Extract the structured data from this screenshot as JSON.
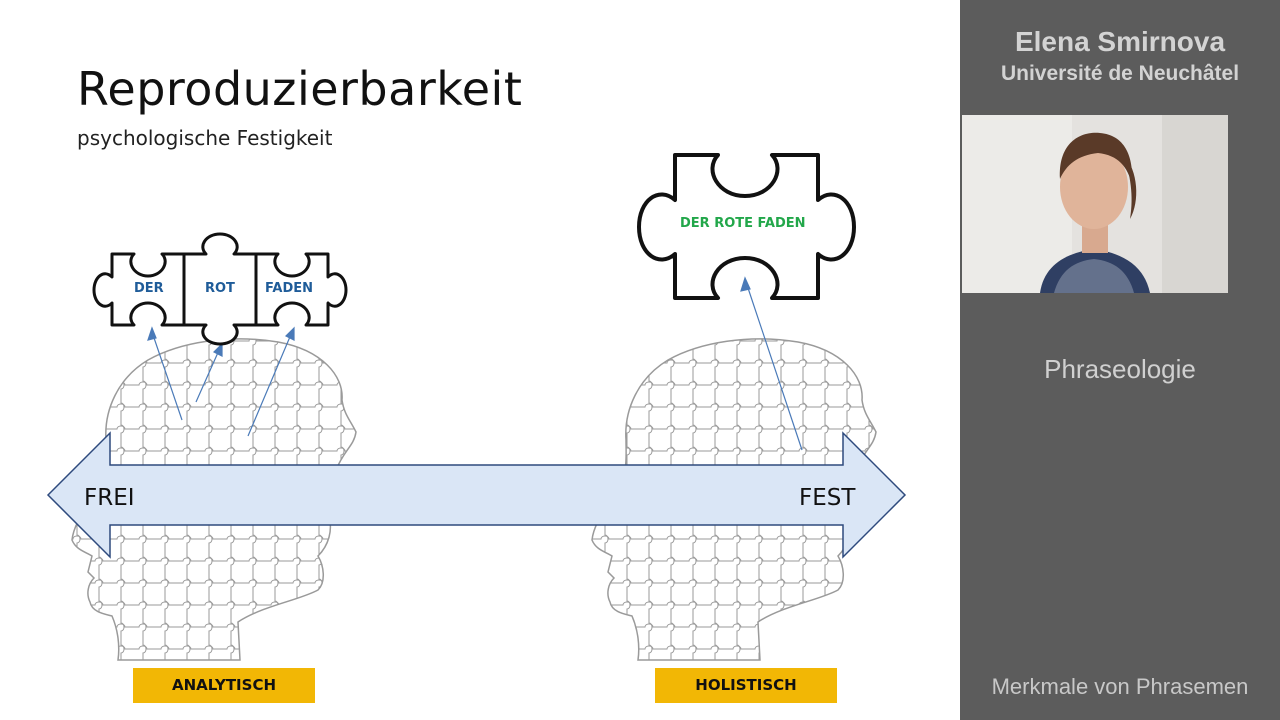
{
  "slide": {
    "title": "Reproduzierbarkeit",
    "subtitle": "psychologische Festigkeit",
    "puzzle_left_labels": [
      "DER",
      "ROT",
      "FADEN"
    ],
    "puzzle_right_label": "DER ROTE FADEN",
    "arrow_left_label": "FREI",
    "arrow_right_label": "FEST",
    "tag_left": "ANALYTISCH",
    "tag_right": "HOLISTISCH",
    "colors": {
      "label_blue": "#1f5c99",
      "label_green": "#22a74a",
      "arrow_fill": "#dae6f6",
      "arrow_stroke": "#2e4a7d",
      "tag_fill": "#f2b705"
    }
  },
  "sidebar": {
    "name": "Elena Smirnova",
    "university": "Université de Neuchâtel",
    "course": "Phraseologie",
    "chapter": "Merkmale von Phrasemen"
  }
}
